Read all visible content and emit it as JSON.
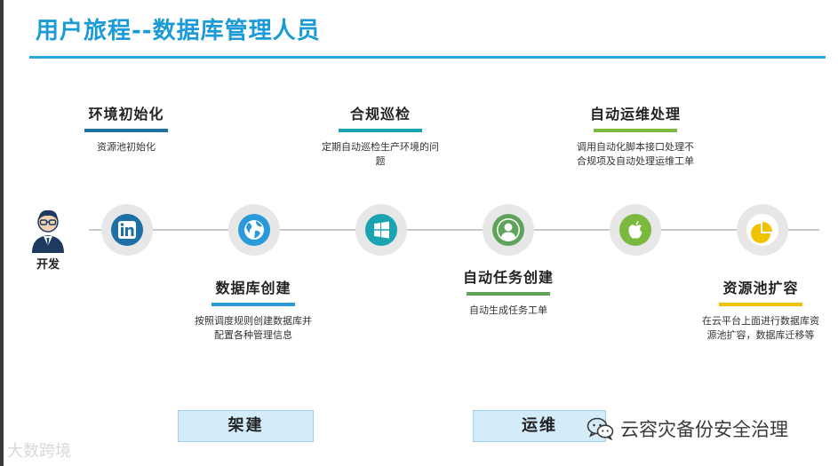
{
  "title": "用户旅程--数据库管理人员",
  "role": {
    "label": "开发",
    "icon": "developer-avatar-icon"
  },
  "steps": [
    {
      "title": "环境初始化",
      "desc": "资源池初始化",
      "icon": "linkedin-icon",
      "color": "#1d6fa5"
    },
    {
      "title": "数据库创建",
      "desc": "按照调度规则创建数据库并配置各种管理信息",
      "icon": "globe-icon",
      "color": "#2a9ad8"
    },
    {
      "title": "合规巡检",
      "desc": "定期自动巡检生产环境的问题",
      "icon": "windows-icon",
      "color": "#1aa3b0"
    },
    {
      "title": "自动任务创建",
      "desc": "自动生成任务工单",
      "icon": "user-icon",
      "color": "#5fa35a"
    },
    {
      "title": "自动运维处理",
      "desc": "调用自动化脚本接口处理不合规项及自动处理运维工单",
      "icon": "apple-icon",
      "color": "#7ab83e"
    },
    {
      "title": "资源池扩容",
      "desc": "在云平台上面进行数据库资源池扩容，数据库迁移等",
      "icon": "pie-chart-icon",
      "color": "#f2c200"
    }
  ],
  "phases": [
    "架建",
    "运维"
  ],
  "watermark_left": "大数跨境",
  "watermark_right": "云容灾备份安全治理"
}
